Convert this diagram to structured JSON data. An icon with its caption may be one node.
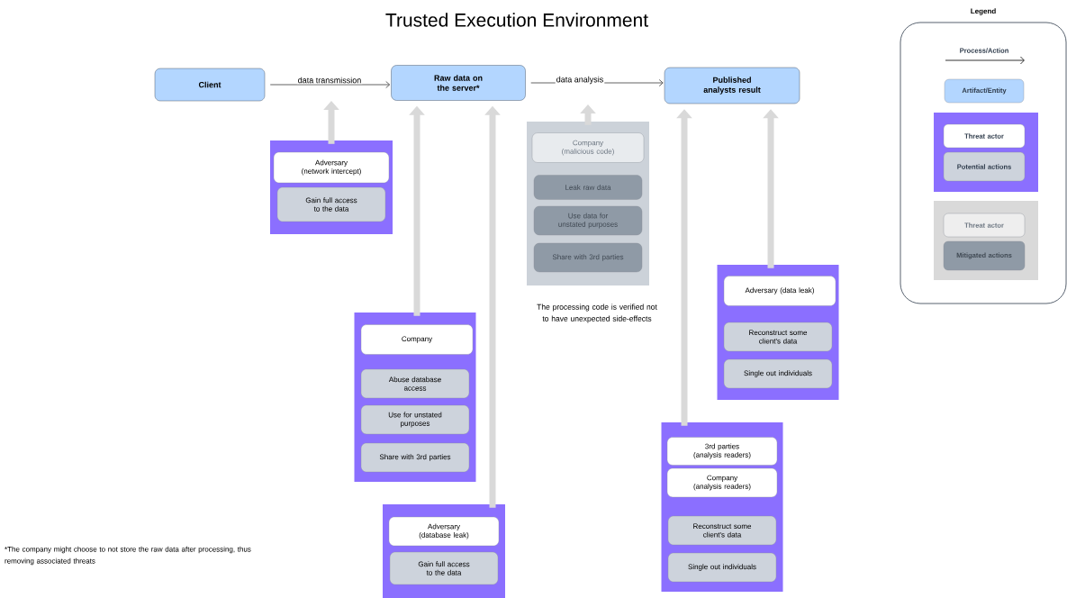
{
  "diagram": {
    "title": "Trusted Execution Environment",
    "nodes": [
      {
        "text": [
          "Client"
        ]
      },
      {
        "text": [
          "Raw data on the server*"
        ]
      },
      {
        "text": [
          "Published analysts result"
        ]
      },
      {
        "text": [],
        "shape": "box"
      },
      {
        "text": [
          "Adversary (network intercept)"
        ],
        "in": 3
      },
      {
        "text": [
          "Gain full access to the data"
        ],
        "in": 3
      },
      {
        "text": [],
        "shape": "box"
      },
      {
        "text": [
          "Company (malicious code)"
        ],
        "in": 6
      },
      {
        "text": [
          "Leak raw data"
        ],
        "in": 6
      },
      {
        "text": [
          "Use data for unstated purposes"
        ],
        "in": 6
      },
      {
        "text": [
          "Share with 3rd parties"
        ],
        "in": 6
      },
      {
        "text": [],
        "shape": "box"
      },
      {
        "text": [
          "Company"
        ],
        "in": 11
      },
      {
        "text": [
          "Abuse database access"
        ],
        "in": 11
      },
      {
        "text": [
          "Use for unstated purposes"
        ],
        "in": 11
      },
      {
        "text": [
          "Share with 3rd parties"
        ],
        "in": 11
      },
      {
        "text": [],
        "shape": "box"
      },
      {
        "text": [
          "Adversary (database leak)"
        ],
        "in": 16
      },
      {
        "text": [
          "Gain full access to the data"
        ],
        "in": 16
      },
      {
        "text": [],
        "shape": "box"
      },
      {
        "text": [
          "Adversary (data leak)"
        ],
        "in": 19
      },
      {
        "text": [
          "Reconstruct some client's data"
        ],
        "in": 19
      },
      {
        "text": [
          "Single out individuals"
        ],
        "in": 19
      },
      {
        "text": [],
        "shape": "box"
      },
      {
        "text": [
          "3rd parties (analysis readers)"
        ],
        "in": 23
      },
      {
        "text": [
          "Company (analysis readers)"
        ],
        "in": 23
      },
      {
        "text": [
          "Reconstruct some client's data"
        ],
        "in": 23
      },
      {
        "text": [
          "Single out individuals"
        ],
        "in": 23
      }
    ],
    "edges": [
      {
        "from": 0,
        "to": 1,
        "arrow": "to",
        "label": "data transmission",
        "color": "#3a3a3a"
      },
      {
        "from": 1,
        "to": 2,
        "arrow": "to",
        "label": "data analysis",
        "color": "#3a3a3a"
      },
      {
        "from": 3,
        "to": null,
        "arrow": "to"
      },
      {
        "from": 11,
        "to": 1,
        "arrow": "to"
      },
      {
        "from": 16,
        "to": 1,
        "arrow": "to"
      },
      {
        "from": 6,
        "to": null,
        "arrow": "to"
      },
      {
        "from": 23,
        "to": 2,
        "arrow": "to"
      },
      {
        "from": 19,
        "to": 2,
        "arrow": "to"
      }
    ],
    "labels": [
      "Legend",
      "The processing code is verified not to have unexpected side-effects",
      "*The company might choose to not store the raw data after processing, thus removing associated threats"
    ],
    "legend": [
      {
        "text": "Process/Action"
      },
      {
        "text": "Artifact/Entity",
        "color": "#b3d6ff"
      },
      {
        "text": "Threat actor",
        "color": "#ffffff"
      },
      {
        "text": "Potential actions",
        "color": "#cdd3dc"
      },
      {
        "text": "Threat actor",
        "color": "#eeeeee"
      },
      {
        "text": "Mitigated actions",
        "color": "#8f9aa6"
      }
    ]
  }
}
